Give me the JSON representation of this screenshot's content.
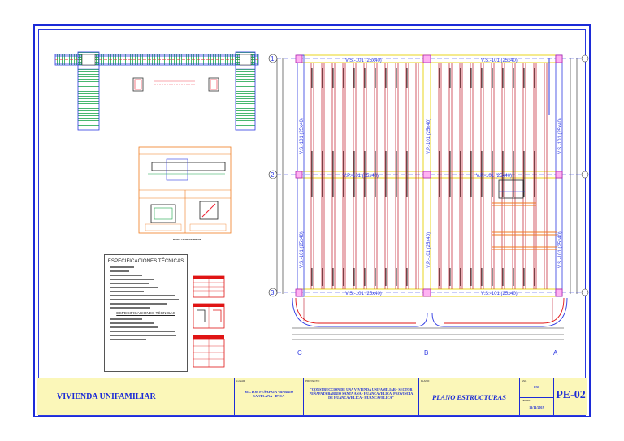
{
  "title_block": {
    "project_title": "VIVIENDA UNIFAMILIAR",
    "location_label": "LUGAR:",
    "location_value": "SECTOR PEÑAPATA - BARRIO SANTA ANA - IPICA",
    "project_label": "PROYECTO:",
    "project_value": "\"CONSTRUCCION DE UNA VIVIENDA UNIFAMILIAR - SECTOR PEÑAPATA BARRIO SANTA ANA - HUANCAVELICA, PROVINCIA DE HUANCAVELICA - HUANCAVELICA\"",
    "plan_label": "PLANO:",
    "plan_value": "PLANO ESTRUCTURAS",
    "scale_label": "ESC.",
    "scale_value": "1/50",
    "date_label": "FECHA:",
    "date_value": "13/11/2019",
    "sheet_code": "PE-02"
  },
  "spec_box": {
    "heading": "ESPECIFICACIONES TÉCNICAS",
    "subheading": "ESPECIFICACIONES TÉCNICAS"
  },
  "detail_caption": "DETALLE DE ESTRIBOS",
  "axes": {
    "rows": [
      "1",
      "2",
      "3"
    ],
    "cols": [
      "C",
      "B",
      "A"
    ]
  },
  "beam_labels": {
    "top_left": "V.S.-101 (25x40)",
    "top_right": "V.S.-101 (25x40)",
    "mid_left": "V.P.-101 (25x40)",
    "mid_right": "V.P.-101 (25x40)",
    "bot_left": "V.S.-101 (25x40)",
    "bot_right": "V.S.-101 (25x40)",
    "vert_left_top": "V.S.-101 (25x40)",
    "vert_left_bot": "V.S.-101 (25x40)",
    "vert_mid_top": "V.P.-101 (25x40)",
    "vert_mid_bot": "V.P.-101 (25x40)",
    "vert_right_top": "V.S.-101 (25x40)",
    "vert_right_bot": "V.S.-101 (25x40)"
  }
}
